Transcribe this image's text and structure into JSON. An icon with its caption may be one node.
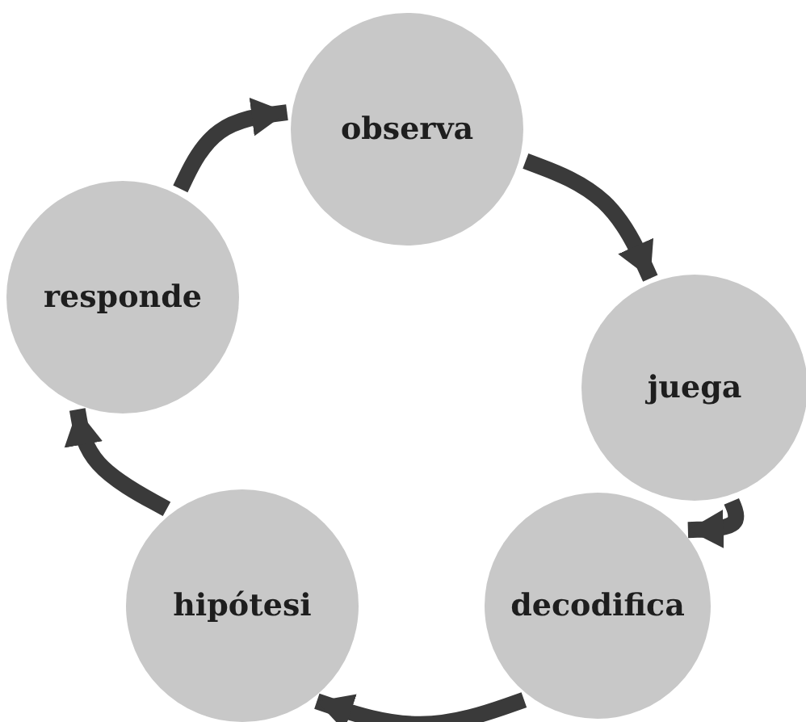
{
  "diagram": {
    "nodes": [
      {
        "text": [
          "observa"
        ]
      },
      {
        "text": [
          "juega"
        ]
      },
      {
        "text": [
          "decodifica"
        ]
      },
      {
        "text": [
          "hipótesi"
        ]
      },
      {
        "text": [
          "responde"
        ]
      }
    ],
    "edges": [
      {
        "from": 0,
        "to": 1,
        "arrow": "to"
      },
      {
        "from": 1,
        "to": 2,
        "arrow": "to"
      },
      {
        "from": 2,
        "to": 3,
        "arrow": "to"
      },
      {
        "from": 3,
        "to": 4,
        "arrow": "to"
      },
      {
        "from": 4,
        "to": 0,
        "arrow": "to"
      }
    ]
  }
}
